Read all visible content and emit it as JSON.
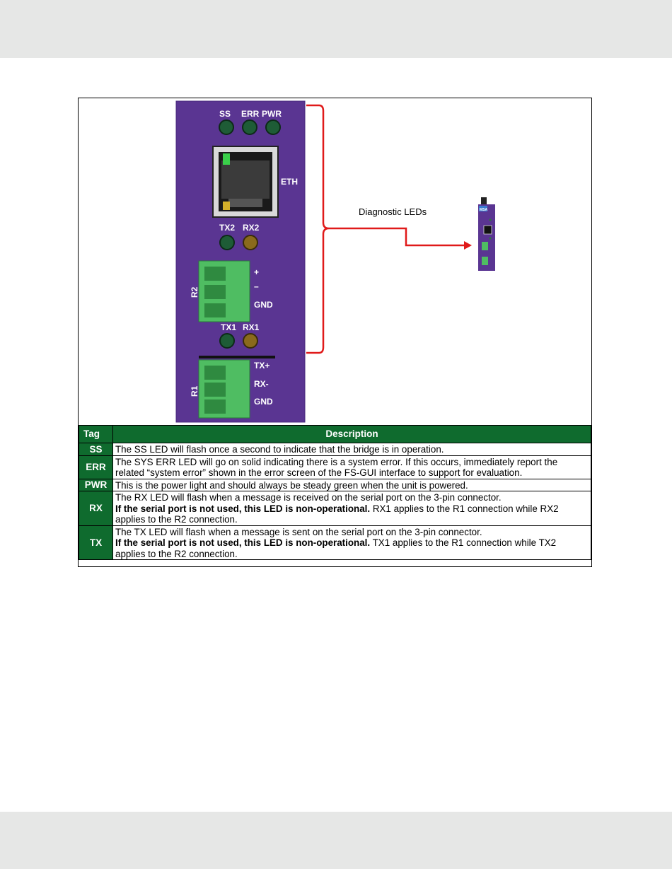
{
  "figure": {
    "device_labels": {
      "ss": "SS",
      "err": "ERR",
      "pwr": "PWR",
      "eth": "ETH",
      "tx2": "TX2",
      "rx2": "RX2",
      "tx1": "TX1",
      "rx1": "RX1",
      "r2": "R2",
      "r1": "R1",
      "r2_plus": "+",
      "r2_minus": "–",
      "r2_gnd": "GND",
      "r1_txp": "TX+",
      "r1_rxm": "RX-",
      "r1_gnd": "GND"
    },
    "callout": "Diagnostic LEDs",
    "thumb_brand": "MSA",
    "colors": {
      "purple": "#5a3592",
      "led_green": "#1e5c36",
      "led_amber": "#8a6a1c",
      "connector": "#4fbd62",
      "arrow": "#e01a1a"
    }
  },
  "table": {
    "headers": {
      "tag": "Tag",
      "desc": "Description"
    },
    "rows": [
      {
        "tag": "SS",
        "text": "The SS LED will flash once a second to indicate that the bridge is in operation."
      },
      {
        "tag": "ERR",
        "text": "The SYS ERR LED will go on solid indicating there is a system error. If this occurs, immediately report the related “system error” shown in the error screen of the FS-GUI interface to support for evaluation."
      },
      {
        "tag": "PWR",
        "text": "This is the power light and should always be steady green when the unit is powered."
      },
      {
        "tag": "RX",
        "line1": "The RX LED will flash when a message is received on the serial port on the 3-pin connector.",
        "bold": "If the serial port is not used, this LED is non-operational.",
        "rest": " RX1 applies to the R1 connection while RX2 applies to the R2 connection."
      },
      {
        "tag": "TX",
        "line1": "The TX LED will flash when a message is sent on the serial port on the 3-pin connector.",
        "bold": "If the serial port is not used, this LED is non-operational.",
        "rest": " TX1 applies to the R1 connection while TX2 applies to the R2 connection."
      }
    ]
  }
}
